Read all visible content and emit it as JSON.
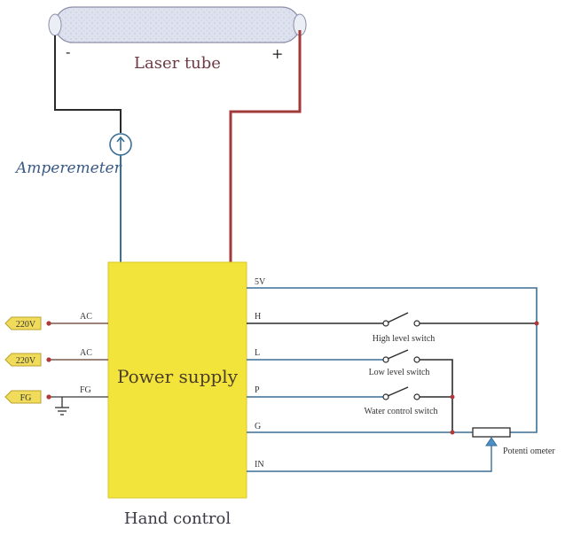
{
  "tube": {
    "label": "Laser tube",
    "minus": "-",
    "plus": "+"
  },
  "ammeter": {
    "label": "Amperemeter"
  },
  "power_supply": {
    "label": "Power supply",
    "caption": "Hand control"
  },
  "inputs": [
    {
      "tag": "220V",
      "terminal": "AC"
    },
    {
      "tag": "220V",
      "terminal": "AC"
    },
    {
      "tag": "FG",
      "terminal": "FG"
    }
  ],
  "terminals": [
    "5V",
    "H",
    "L",
    "P",
    "G",
    "IN"
  ],
  "switches": {
    "high": "High level switch",
    "low": "Low level switch",
    "water": "Water control switch"
  },
  "potentiometer": {
    "label": "Potenti ometer"
  },
  "colors": {
    "wire_black": "#2b2b2b",
    "wire_blue": "#3a6f96",
    "wire_red": "#a33a3a",
    "psu_fill": "#f3e43b",
    "tube_fill": "#dfe3ef",
    "tag_fill": "#f0dc5a"
  }
}
